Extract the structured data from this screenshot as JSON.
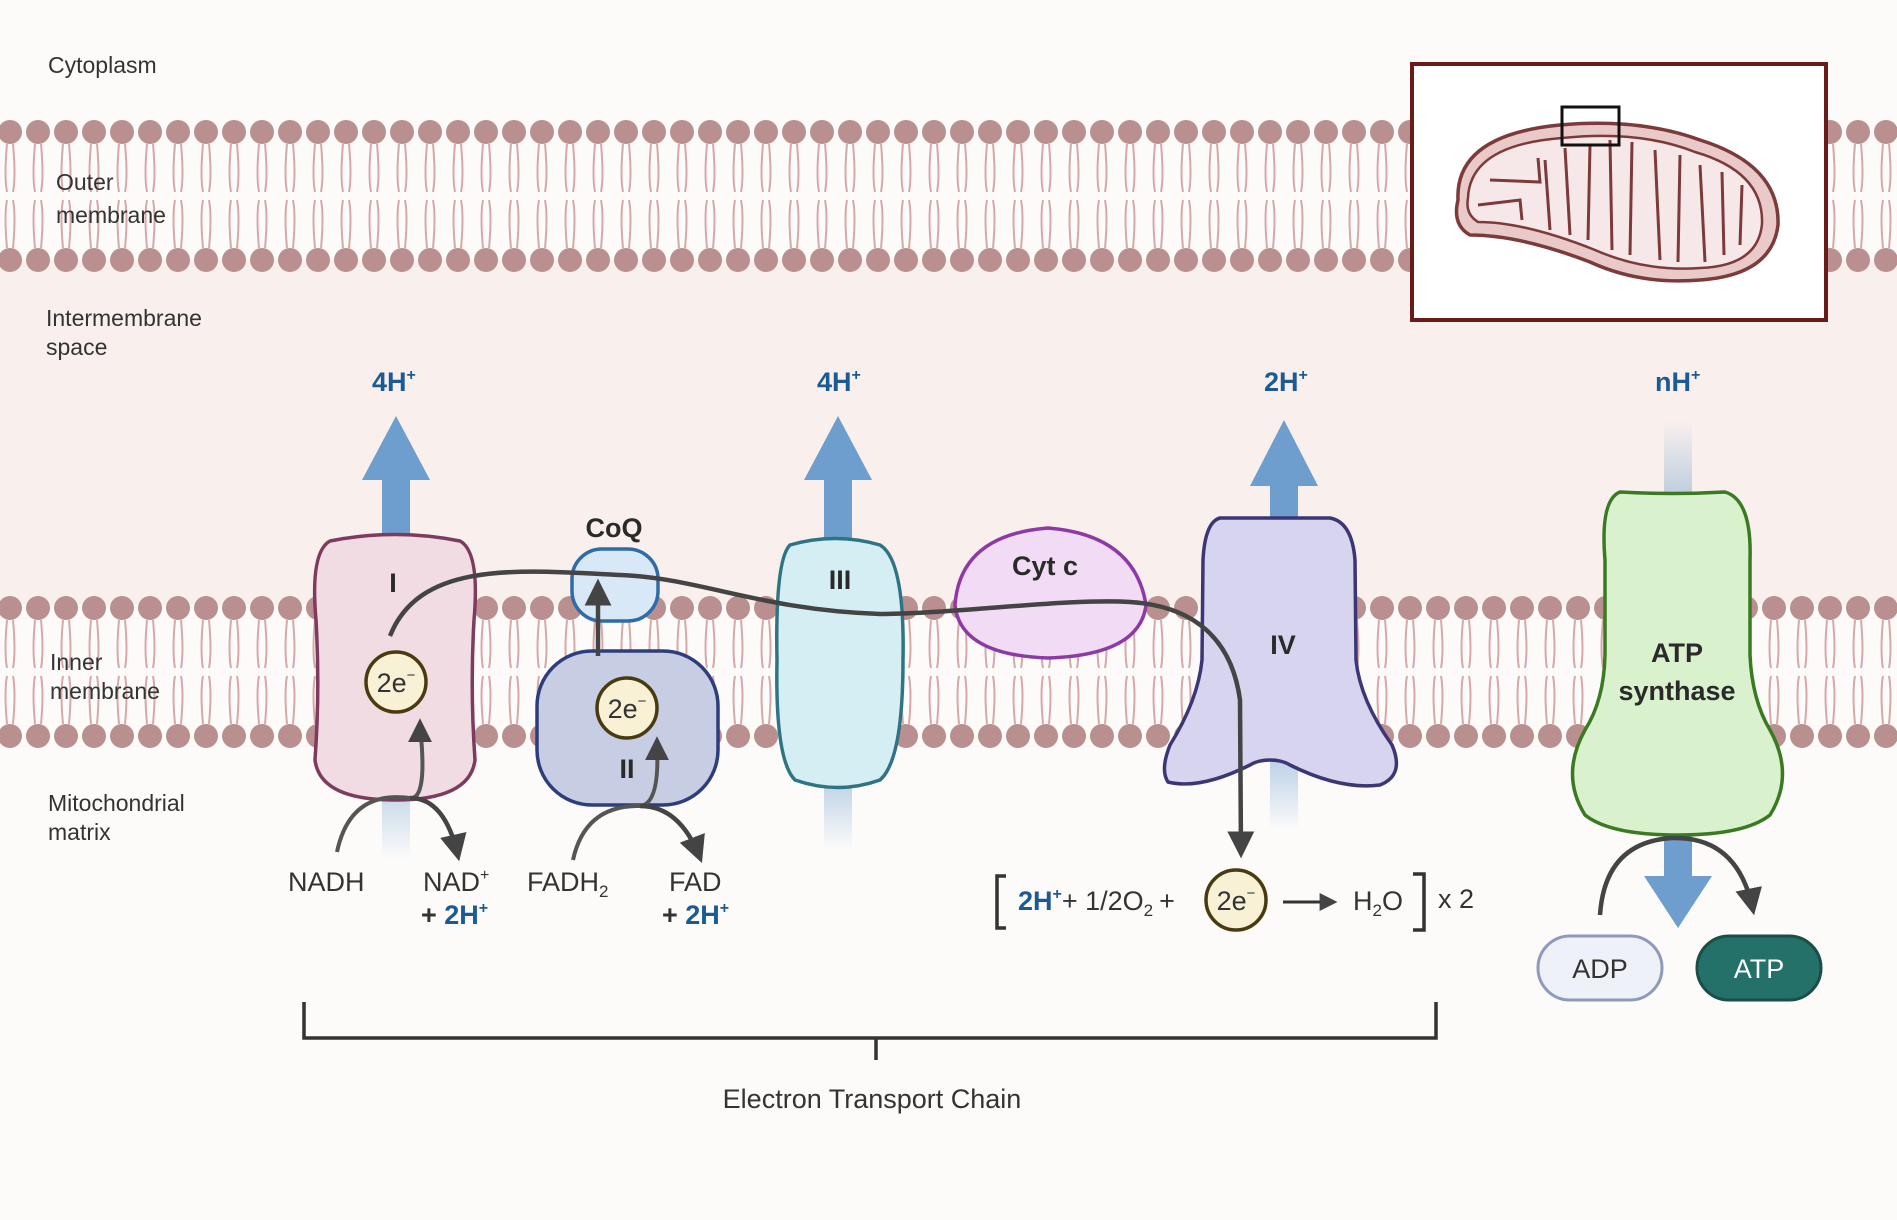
{
  "regions": {
    "cytoplasm": "Cytoplasm",
    "outer_membrane_1": "Outer",
    "outer_membrane_2": "membrane",
    "intermembrane_1": "Intermembrane",
    "intermembrane_2": "space",
    "inner_membrane_1": "Inner",
    "inner_membrane_2": "membrane",
    "matrix_1": "Mitochondrial",
    "matrix_2": "matrix"
  },
  "protons": {
    "complex_i": "4H",
    "complex_iii": "4H",
    "complex_iv": "2H",
    "atp_synthase": "nH",
    "superscript": "+"
  },
  "complexes": {
    "i": "I",
    "ii": "II",
    "iii": "III",
    "iv": "IV",
    "coq": "CoQ",
    "cyt_c": "Cyt c",
    "atp_synthase_1": "ATP",
    "atp_synthase_2": "synthase"
  },
  "electrons": {
    "label": "2e",
    "superscript": "−"
  },
  "molecules": {
    "nadh": "NADH",
    "nad": "NAD",
    "nad_sup": "+",
    "plus_2h": "+ ",
    "two_h": "2H",
    "fadh2": "FADH",
    "fadh2_sub": "2",
    "fad": "FAD",
    "adp": "ADP",
    "atp": "ATP"
  },
  "equation": {
    "two_h": "2H",
    "h_sup": "+",
    "o2_part": "+ 1/2O",
    "o2_sub": "2",
    "plus": "+",
    "water": "H",
    "water_sub": "2",
    "water_o": "O",
    "times": "x 2"
  },
  "etc_label": "Electron Transport Chain",
  "colors": {
    "phospholipid_head": "#b98f8f",
    "phospholipid_tail": "#d7a8a8",
    "intermembrane_bg": "#f9f0ed",
    "proton_arrow": "#6e9ecd",
    "proton_text": "#1c5a93",
    "complex_i_fill": "#f1dce4",
    "complex_i_stroke": "#7d3b5e",
    "complex_ii_fill": "#c7cee4",
    "complex_ii_stroke": "#2e3e7d",
    "complex_iii_fill": "#d5eef4",
    "complex_iii_stroke": "#2f7485",
    "complex_iv_fill": "#d7d4f0",
    "complex_iv_stroke": "#3b3775",
    "coq_fill": "#d9e8f6",
    "coq_stroke": "#2f6ba6",
    "cyt_c_fill": "#f2dcf5",
    "cyt_c_stroke": "#8e3aa6",
    "atp_synthase_fill": "#d9f2cd",
    "atp_synthase_stroke": "#3a7a22",
    "electron_fill": "#f8f1d6",
    "electron_stroke": "#4a3a10",
    "atp_fill": "#237168",
    "adp_fill": "#eef1f8",
    "inset_frame": "#6b1a1a",
    "mito_fill": "#eac9c9",
    "mito_stroke": "#7d3a3a"
  }
}
